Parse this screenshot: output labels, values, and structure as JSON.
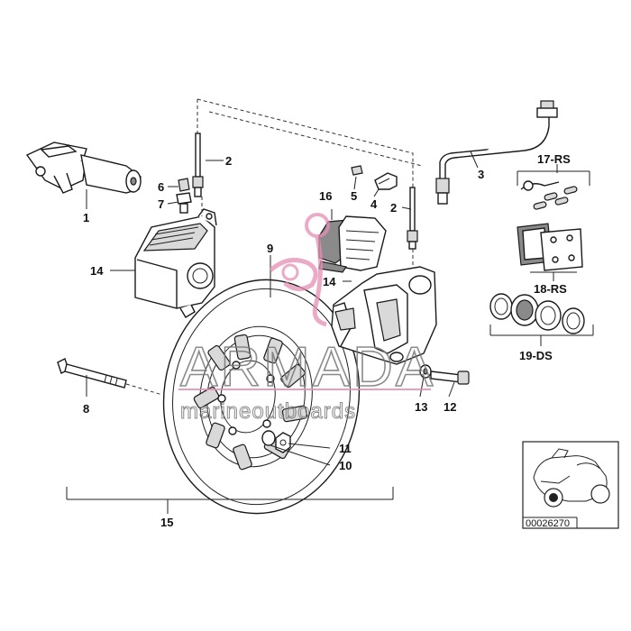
{
  "diagram": {
    "labels": {
      "l1": "1",
      "l2a": "2",
      "l2b": "2",
      "l3": "3",
      "l4": "4",
      "l5": "5",
      "l6": "6",
      "l7": "7",
      "l8": "8",
      "l9": "9",
      "l10": "10",
      "l11": "11",
      "l12": "12",
      "l13": "13",
      "l14a": "14",
      "l14b": "14",
      "l15": "15",
      "l16": "16",
      "l17": "17-RS",
      "l18": "18-RS",
      "l19": "19-DS"
    },
    "reference_number": "00026270"
  },
  "watermark": {
    "brand": "ARMADA",
    "tagline": "marineoutboards",
    "accent_color": "#e58fb5"
  },
  "colors": {
    "line": "#222222",
    "shade": "#d9d9d9",
    "dark": "#8a8a8a"
  }
}
